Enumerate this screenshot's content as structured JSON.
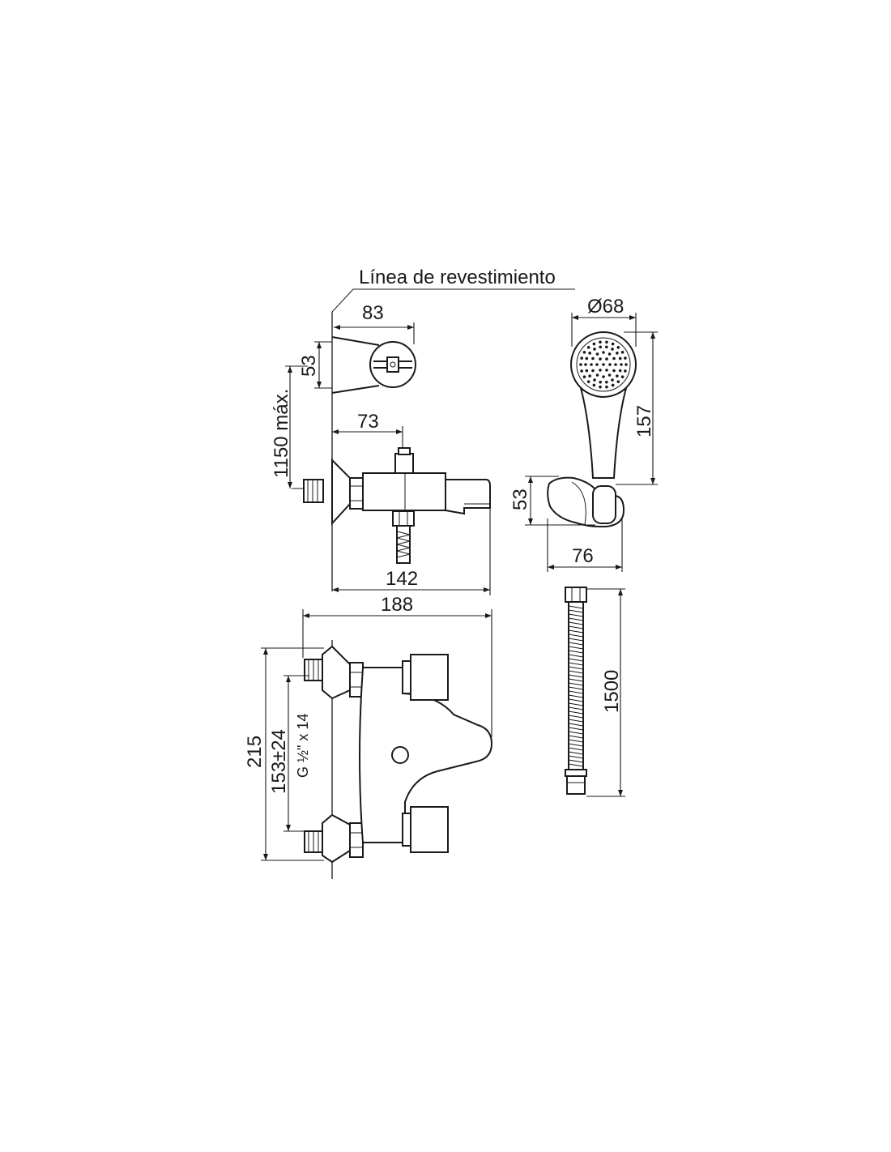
{
  "title_label": "Línea de revestimiento",
  "dimensions": {
    "d83": "83",
    "d53_holder": "53",
    "d1150": "1150 máx.",
    "d73": "73",
    "d142": "142",
    "d188": "188",
    "d68": "Ø68",
    "d157": "157",
    "d53_support": "53",
    "d76": "76",
    "d1500": "1500",
    "d215": "215",
    "d153": "153±24",
    "thread": "G ½\" x 14"
  }
}
